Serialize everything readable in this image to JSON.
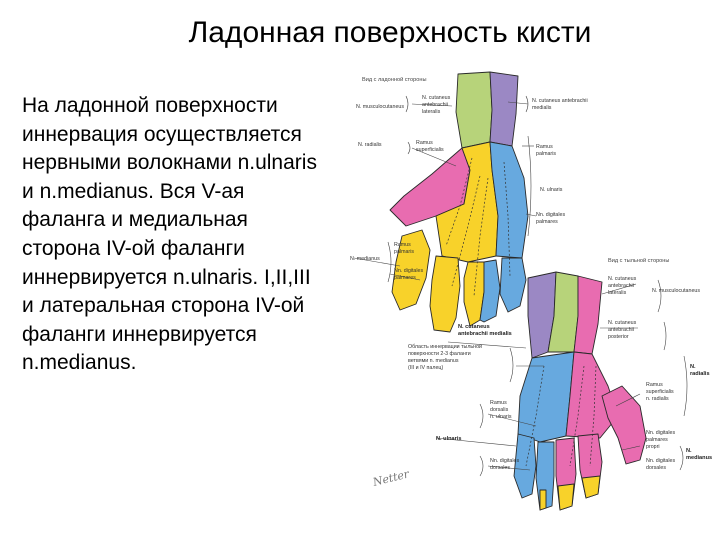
{
  "slide": {
    "title": "Ладонная поверхность кисти",
    "body": "На ладонной поверхности иннервация осуществляется нервными волокнами n.ulnaris и n.medianus. Вся V-ая фаланга и медиальная сторона IV-ой фаланги иннервируется n.ulnaris. I,II,III и латеральная сторона IV-ой фаланги иннервируется n.medianus."
  },
  "figure": {
    "colors": {
      "yellow": "#f8d22a",
      "pink": "#e86cb0",
      "blue": "#67a9df",
      "green": "#b7d37a",
      "purple": "#9b88c4",
      "outline": "#2a2a2a"
    },
    "top_caption": "Вид с ладонной стороны",
    "top_labels": {
      "musculocutaneus": "N. musculocutaneus",
      "cut_ant_1": "N. cutaneus",
      "cut_ant_2": "antebrachii",
      "cut_ant_3": "lateralis",
      "cut_med_1": "N. cutaneus antebrachii",
      "cut_med_2": "medialis",
      "radialis": "N. radialis",
      "superf_1": "Ramus",
      "superf_2": "superficialis",
      "palm_u_1": "Ramus",
      "palm_u_2": "palmaris",
      "ulnaris": "N. ulnaris",
      "dig_u_1": "Nn. digitales",
      "dig_u_2": "palmares",
      "medianus": "N. medianus",
      "palm_m_1": "Ramus",
      "palm_m_2": "palmaris",
      "dig_m_1": "Nn. digitales",
      "dig_m_2": "palmares"
    },
    "bottom_caption": "Вид с тыльной стороны",
    "bottom_labels": {
      "cut_ant_1": "N. cutaneus",
      "cut_ant_2": "antebrachii",
      "cut_ant_3": "lateralis",
      "musculocutaneus": "N. musculocutaneus",
      "cut_post_1": "N. cutaneus",
      "cut_post_2": "antebrachii",
      "cut_post_3": "posterior",
      "cut_med_1": "N. cutaneus",
      "cut_med_2": "antebrachii medialis",
      "note_1": "Область иннервации тыльной",
      "note_2": "поверхности 2-3 фаланги",
      "note_3": "ветвями n. medianus",
      "note_4": "(III и IV палец)",
      "radialis_1": "N.",
      "radialis_2": "radialis",
      "superf_1": "Ramus",
      "superf_2": "superficialis",
      "superf_3": "n. radialis",
      "ulnaris": "N. ulnaris",
      "dors_1": "Ramus",
      "dors_2": "dorsalis",
      "dors_3": "n. ulnaris",
      "dig_d_1": "Nn. digitales",
      "dig_d_2": "dorsales",
      "dig_p_1": "Nn. digitales",
      "dig_p_2": "palmares",
      "dig_p_3": "propri",
      "dig_m_1": "Nn. digitales",
      "dig_m_2": "dorsales",
      "medianus_1": "N.",
      "medianus_2": "medianus"
    },
    "signature": "Netter"
  }
}
